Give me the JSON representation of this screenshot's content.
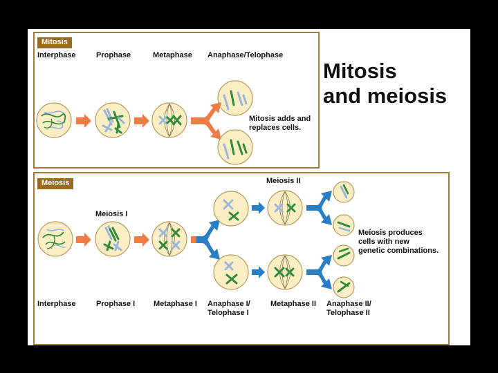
{
  "title": {
    "line1": "Mitosis",
    "line2": "and meiosis"
  },
  "mitosis": {
    "tag": "Mitosis",
    "stages": [
      "Interphase",
      "Prophase",
      "Metaphase",
      "Anaphase/Telophase"
    ],
    "note": "Mitosis adds and\nreplaces cells."
  },
  "meiosis": {
    "tag": "Meiosis",
    "label_meiosis_i": "Meiosis I",
    "label_meiosis_ii": "Meiosis II",
    "stages": [
      "Interphase",
      "Prophase I",
      "Metaphase I",
      "Anaphase I/\nTelophase I",
      "Metaphase II",
      "Anaphase II/\nTelophase II"
    ],
    "note": "Meiosis produces\ncells with new\ngenetic combinations."
  },
  "colors": {
    "frame": "#a27b3c",
    "tag_bg": "#9a6b1e",
    "cell_fill": "#fbeec4",
    "cell_stroke": "#b89a5a",
    "arrow_orange": "#ef7b45",
    "arrow_blue": "#2a7fc4",
    "chromosome_green": "#2e8b3a",
    "chromosome_blue": "#9ab6da"
  }
}
